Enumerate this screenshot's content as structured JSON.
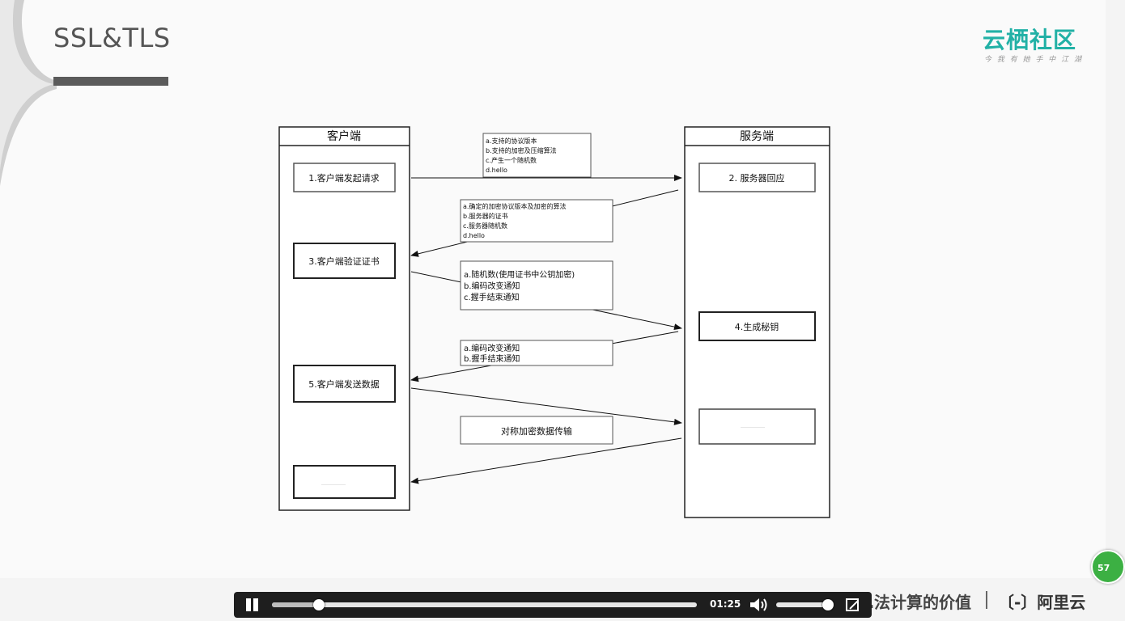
{
  "slide": {
    "title": "SSL&TLS",
    "brand": "云栖社区",
    "brand_sub": "今 我 有 她 手 中 江 湖",
    "footer_slogan": "为……法计算的价值",
    "footer_logo": "〔-〕阿里云",
    "badge": "57"
  },
  "diagram": {
    "client_header": "客户端",
    "server_header": "服务端",
    "client_steps": [
      "1.客户端发起请求",
      "3.客户端验证证书",
      "5.客户端发送数据",
      "……………"
    ],
    "server_steps": [
      "2. 服务器回应",
      "4.生成秘钥",
      "……………"
    ],
    "message_boxes": [
      [
        "a.支持的协议版本",
        "b.支持的加密及压缩算法",
        "c.产生一个随机数",
        "d.hello"
      ],
      [
        "a.确定的加密协议版本及加密的算法",
        "b.服务器的证书",
        "c.服务器随机数",
        "d.hello"
      ],
      [
        "a.随机数(使用证书中公钥加密)",
        "b.编码改变通知",
        "c.握手结束通知"
      ],
      [
        "a.编码改变通知",
        "b.握手结束通知"
      ],
      [
        "对称加密数据传输"
      ]
    ]
  },
  "player": {
    "time": "01:25",
    "progress": 0.11,
    "volume": 0.97
  },
  "colors": {
    "brand": "#22b1a6",
    "player_bg": "#1e1e1e"
  }
}
